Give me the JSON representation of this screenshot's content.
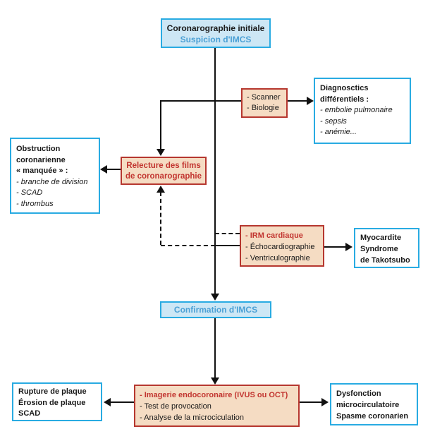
{
  "colors": {
    "cyan_border": "#29abe2",
    "blue_fill": "#cde7f5",
    "blue_text": "#4ba0d5",
    "salmon_fill": "#f5dcc3",
    "red_border": "#b6372f",
    "red_text": "#c23530",
    "connector": "#111111"
  },
  "boxes": {
    "initial": {
      "title": "Coronarographie initiale",
      "subtitle": "Suspicion d'IMCS"
    },
    "scanner_biologie": {
      "lines": [
        "- Scanner",
        "- Biologie"
      ]
    },
    "diagnostics": {
      "title_lines": [
        "Diagnosctics",
        "différentiels :"
      ],
      "items": [
        "- embolie pulmonaire",
        "- sepsis",
        "- anémie..."
      ]
    },
    "obstruction": {
      "title_lines": [
        "Obstruction",
        "coronarienne",
        "« manquée » :"
      ],
      "items": [
        "- branche de division",
        "- SCAD",
        "- thrombus"
      ]
    },
    "relecture": {
      "lines": [
        "Relecture des films",
        "de coronarographie"
      ]
    },
    "imagerie_cardiaque": {
      "highlight": "- IRM cardiaque",
      "lines": [
        "- Échocardiographie",
        "- Ventriculographie"
      ]
    },
    "myocardite": {
      "lines": [
        "Myocardite",
        "Syndrome",
        "de Takotsubo"
      ]
    },
    "confirmation": {
      "label": "Confirmation d'IMCS"
    },
    "imagerie_endocoronaire": {
      "highlight": "- Imagerie endocoronaire (IVUS ou OCT)",
      "lines": [
        "- Test de provocation",
        "- Analyse de la microciculation"
      ]
    },
    "plaque": {
      "lines": [
        "Rupture de plaque",
        "Érosion de plaque",
        "SCAD"
      ]
    },
    "dysfonction": {
      "lines": [
        "Dysfonction",
        "microcirculatoire",
        "Spasme coronarien"
      ]
    }
  }
}
